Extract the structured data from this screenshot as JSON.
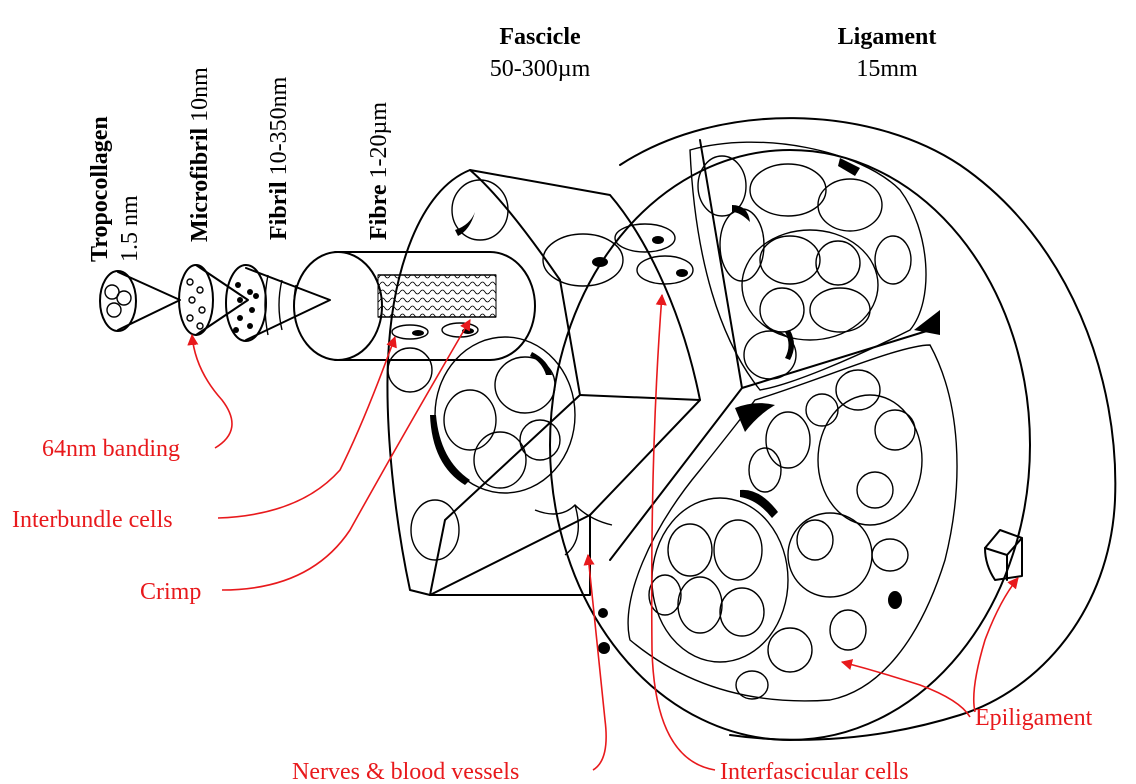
{
  "hierarchy": {
    "tropocollagen": {
      "name": "Tropocollagen",
      "size": "1.5 nm"
    },
    "microfibril": {
      "name": "Microfibril",
      "size": "10nm"
    },
    "fibril": {
      "name": "Fibril",
      "size": "10-350nm"
    },
    "fibre": {
      "name": "Fibre",
      "size": "1-20µm"
    },
    "fascicle": {
      "name": "Fascicle",
      "size": "50-300µm"
    },
    "ligament": {
      "name": "Ligament",
      "size": "15mm"
    }
  },
  "annotations": {
    "banding": "64nm banding",
    "interbundle": "Interbundle cells",
    "crimp": "Crimp",
    "nerves": "Nerves & blood vessels",
    "interfascicular": "Interfascicular cells",
    "epiligament": "Epiligament"
  },
  "colors": {
    "annotation": "#e8191c",
    "ink": "#000000",
    "background": "#ffffff"
  }
}
